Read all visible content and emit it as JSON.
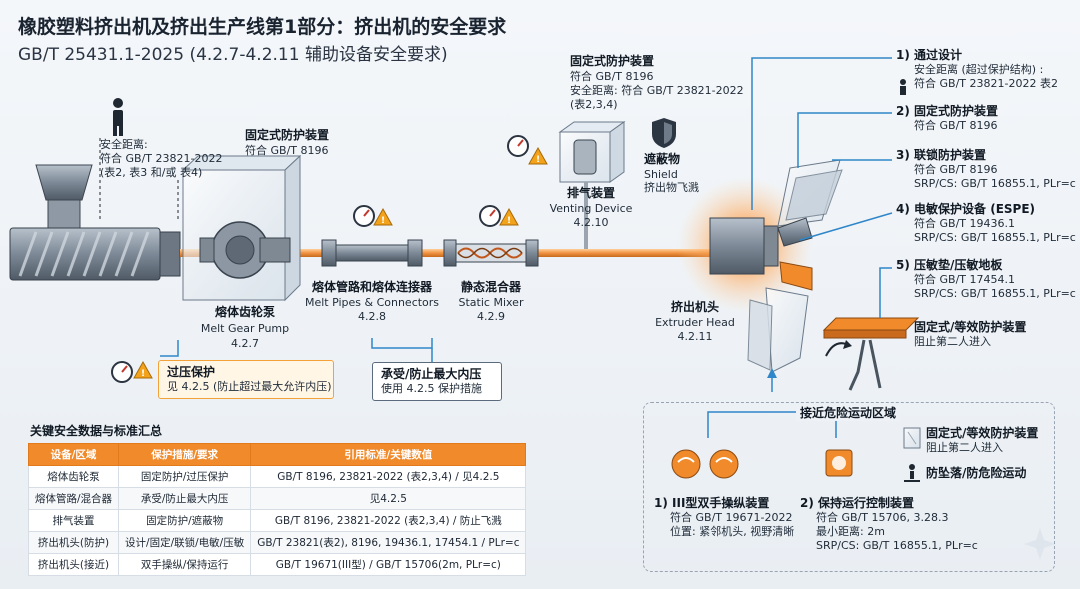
{
  "header": {
    "title": "橡胶塑料挤出机及挤出生产线第1部分：挤出机的安全要求",
    "subtitle": "GB/T 25431.1-2025 (4.2.7-4.2.11 辅助设备安全要求)"
  },
  "safety_distance": {
    "label": "安全距离:",
    "line1": "符合 GB/T 23821-2022",
    "line2": "(表2, 表3 和/或 表4)"
  },
  "gear_pump": {
    "guard_title": "固定式防护装置",
    "guard_std": "符合 GB/T 8196",
    "name": "熔体齿轮泵",
    "name_en": "Melt Gear Pump",
    "clause": "4.2.7"
  },
  "overpressure": {
    "title": "过压保护",
    "text": "见 4.2.5 (防止超过最大允许内压)"
  },
  "pipes": {
    "name": "熔体管路和熔体连接器",
    "name_en": "Melt Pipes & Connectors",
    "clause": "4.2.8"
  },
  "mixer": {
    "name": "静态混合器",
    "name_en": "Static Mixer",
    "clause": "4.2.9"
  },
  "pressure_box": {
    "title": "承受/防止最大内压",
    "text": "使用 4.2.5 保护措施"
  },
  "venting": {
    "guard_title": "固定式防护装置",
    "guard_std": "符合 GB/T 8196",
    "dist_line1": "安全距离: 符合 GB/T 23821-2022",
    "dist_line2": "(表2,3,4)",
    "name": "排气装置",
    "name_en": "Venting Device",
    "clause": "4.2.10"
  },
  "shield": {
    "name": "遮蔽物",
    "name_en": "Shield",
    "text": "挤出物飞溅"
  },
  "head": {
    "name": "挤出机头",
    "name_en": "Extruder Head",
    "clause": "4.2.11"
  },
  "right_list": [
    {
      "num": "1)",
      "title": "通过设计",
      "lines": [
        "安全距离 (超过保护结构) :",
        "符合 GB/T 23821-2022 表2"
      ]
    },
    {
      "num": "2)",
      "title": "固定式防护装置",
      "lines": [
        "符合 GB/T 8196"
      ]
    },
    {
      "num": "3)",
      "title": "联锁防护装置",
      "lines": [
        "符合 GB/T 8196",
        "SRP/CS: GB/T 16855.1, PLr=c"
      ]
    },
    {
      "num": "4)",
      "title": "电敏保护设备 (ESPE)",
      "lines": [
        "符合 GB/T 19436.1",
        "SRP/CS: GB/T 16855.1, PLr=c"
      ]
    },
    {
      "num": "5)",
      "title": "压敏垫/压敏地板",
      "lines": [
        "符合 GB/T 17454.1",
        "SRP/CS: GB/T 16855.1, PLr=c"
      ]
    }
  ],
  "fixed_guard_right": {
    "title": "固定式/等效防护装置",
    "text": "阻止第二人进入"
  },
  "approach_zone": {
    "title": "接近危险运动区域",
    "two_hand": {
      "title": "1) III型双手操纵装置",
      "lines": [
        "符合 GB/T 19671-2022",
        "位置: 紧邻机头, 视野清晰"
      ]
    },
    "hold_run": {
      "title": "2) 保持运行控制装置",
      "lines": [
        "符合 GB/T 15706, 3.28.3",
        "最小距离: 2m",
        "SRP/CS: GB/T 16855.1, PLr=c"
      ]
    },
    "legend1_title": "固定式/等效防护装置",
    "legend1_text": "阻止第二人进入",
    "legend2_title": "防坠落/防危险运动"
  },
  "summary": {
    "title": "关键安全数据与标准汇总",
    "headers": [
      "设备/区域",
      "保护措施/要求",
      "引用标准/关键数值"
    ],
    "rows": [
      [
        "熔体齿轮泵",
        "固定防护/过压保护",
        "GB/T 8196, 23821-2022 (表2,3,4) / 见4.2.5"
      ],
      [
        "熔体管路/混合器",
        "承受/防止最大内压",
        "见4.2.5"
      ],
      [
        "排气装置",
        "固定防护/遮蔽物",
        "GB/T 8196, 23821-2022 (表2,3,4) / 防止飞溅"
      ],
      [
        "挤出机头(防护)",
        "设计/固定/联锁/电敏/压敏",
        "GB/T 23821(表2), 8196, 19436.1, 17454.1 / PLr=c"
      ],
      [
        "挤出机头(接近)",
        "双手操纵/保持运行",
        "GB/T 19671(III型) / GB/T 15706(2m, PLr=c)"
      ]
    ]
  },
  "colors": {
    "accent": "#f08a2a",
    "warning": "#f2a31b",
    "pipe": "#f3a55a",
    "steel": "#8a96a3"
  }
}
